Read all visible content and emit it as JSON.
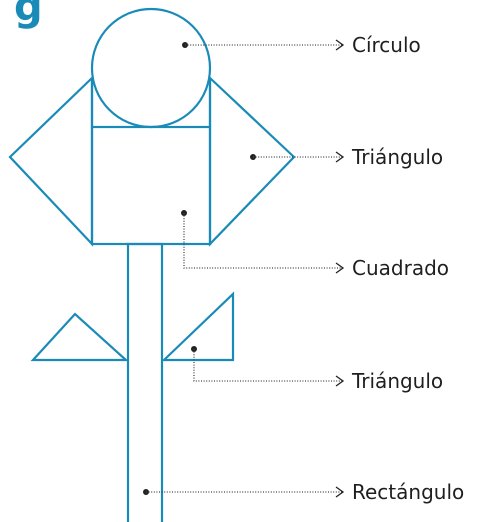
{
  "diagram": {
    "partial_heading": "g",
    "labels": {
      "circle": "Círculo",
      "triangle_top": "Triángulo",
      "square": "Cuadrado",
      "triangle_bottom": "Triángulo",
      "rectangle": "Rectángulo"
    },
    "colors": {
      "shape_stroke": "#1a8bb8",
      "text": "#1f1f1f",
      "leader": "#444444"
    }
  }
}
